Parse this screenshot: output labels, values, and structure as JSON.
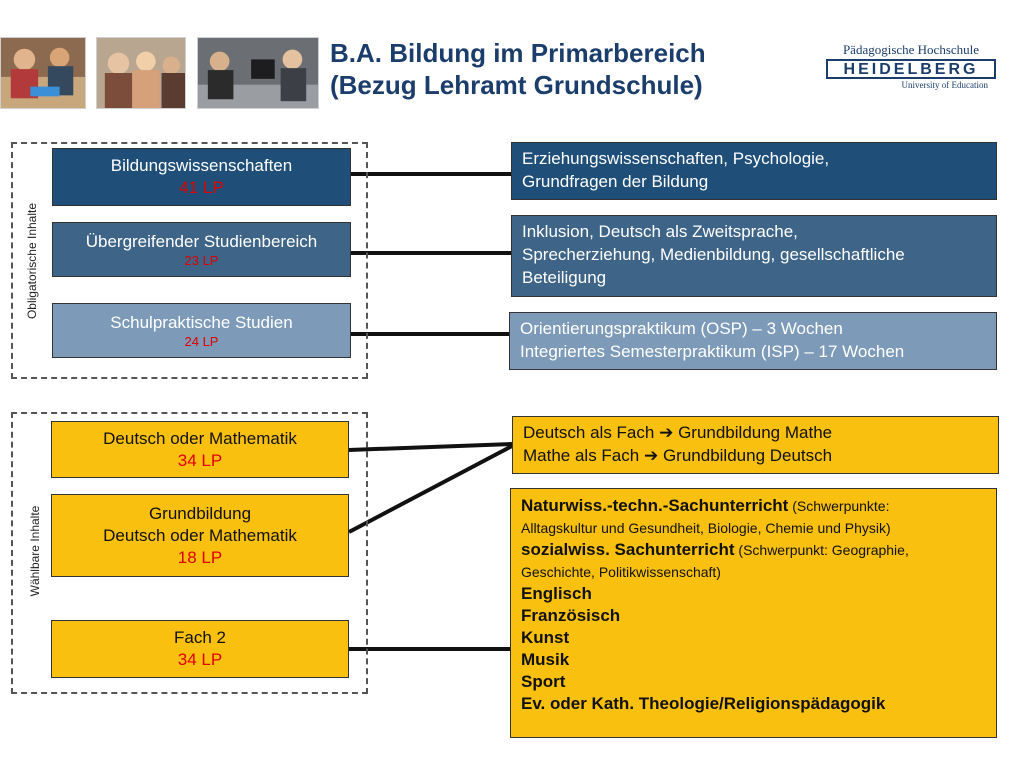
{
  "title": {
    "line1": "B.A. Bildung im Primarbereich",
    "line2": "(Bezug Lehramt Grundschule)"
  },
  "logo": {
    "line1": "Pädagogische Hochschule",
    "line2": "HEIDELBERG",
    "line3": "University of Education"
  },
  "groups": {
    "obligatory_label": "Obligatorische Inhalte",
    "elective_label": "Wählbare Inhalte"
  },
  "left_boxes": {
    "bildung": {
      "name": "Bildungswissenschaften",
      "lp": "41 LP"
    },
    "uebergreifend": {
      "name": "Übergreifender Studienbereich",
      "lp": "23 LP"
    },
    "schulpraxis": {
      "name": "Schulpraktische Studien",
      "lp": "24 LP"
    },
    "deutsch_mathe": {
      "name": "Deutsch oder Mathematik",
      "lp": "34 LP"
    },
    "grundbildung": {
      "line1": "Grundbildung",
      "line2": "Deutsch oder Mathematik",
      "lp": "18 LP"
    },
    "fach2": {
      "name": "Fach 2",
      "lp": "34 LP"
    }
  },
  "right_boxes": {
    "bildung_desc": [
      "Erziehungswissenschaften, Psychologie,",
      "Grundfragen der Bildung"
    ],
    "uebergreifend_desc": [
      "Inklusion, Deutsch als Zweitsprache,",
      "Sprecherziehung, Medienbildung, gesellschaftliche",
      "Beteiligung"
    ],
    "praxis_desc": [
      "Orientierungspraktikum (OSP) – 3 Wochen",
      "Integriertes Semesterpraktikum (ISP) – 17 Wochen"
    ],
    "fach_desc": [
      "Deutsch als Fach",
      "Grundbildung Mathe",
      "Mathe als Fach",
      "Grundbildung Deutsch"
    ],
    "fach2_list": {
      "naturwiss_bold": "Naturwiss.-techn.-Sachunterricht",
      "naturwiss_rest": " (Schwerpunkte:",
      "naturwiss_line2": "Alltagskultur und Gesundheit, Biologie, Chemie und Physik)",
      "sozial_bold": "sozialwiss. Sachunterricht",
      "sozial_rest": " (Schwerpunkt: Geographie,",
      "sozial_line2": "Geschichte, Politikwissenschaft)",
      "subjects": [
        "Englisch",
        "Französisch",
        "Kunst",
        "Musik",
        "Sport",
        "Ev. oder Kath. Theologie/Religionspädagogik"
      ]
    }
  },
  "icons": {
    "arrow": "right-arrow-icon"
  },
  "colors": {
    "navy": "#1f4e79",
    "blue": "#3e6488",
    "grey_blue": "#7d9bb8",
    "yellow": "#fac00f",
    "lp_red": "#e00000",
    "title": "#1b3d6b"
  }
}
